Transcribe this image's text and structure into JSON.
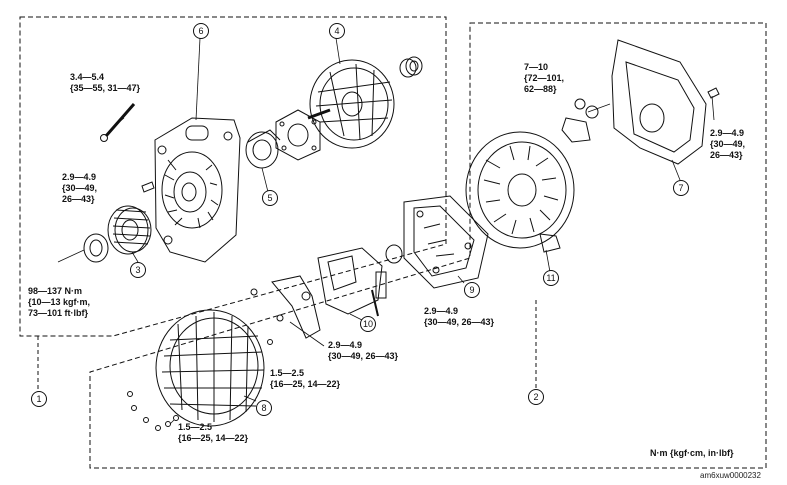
{
  "callouts": [
    "1",
    "2",
    "3",
    "4",
    "5",
    "6",
    "7",
    "8",
    "9",
    "10",
    "11"
  ],
  "torques": {
    "t_bolt_long": [
      "3.4—5.4",
      "{35—55, 31—47}"
    ],
    "t_bolt_small_left": [
      "2.9—4.9",
      "{30—49,",
      "26—43}"
    ],
    "t_nut": [
      "98—137 N·m",
      "{10—13 kgf·m,",
      "73—101 ft·lbf}"
    ],
    "t_regulator_nut": [
      "7—10",
      "{72—101,",
      "62—88}"
    ],
    "t_cover_screw": [
      "2.9—4.9",
      "{30—49,",
      "26—43}"
    ],
    "t_brush_holder": [
      "2.9—4.9",
      "{30—49, 26—43}"
    ],
    "t_regulator_bolt": [
      "2.9—4.9",
      "{30—49, 26—43}"
    ],
    "t_diode_screw": [
      "1.5—2.5",
      "{16—25, 14—22}"
    ],
    "t_stator_screws": [
      "1.5—2.5",
      "{16—25, 14—22}"
    ]
  },
  "units_note": "N·m {kgf·cm, in·lbf}",
  "figure_code": "am6xuw0000232"
}
